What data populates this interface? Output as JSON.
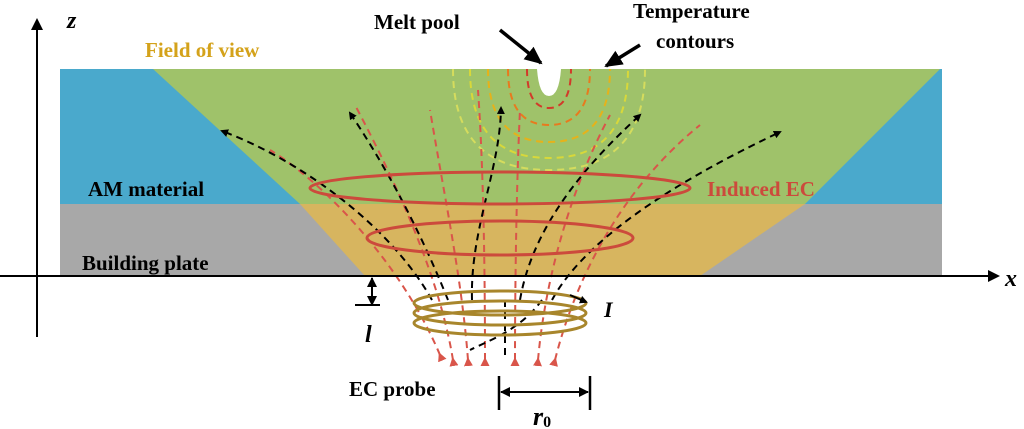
{
  "labels": {
    "z_axis": "z",
    "x_axis": "x",
    "field_of_view": "Field of view",
    "melt_pool": "Melt pool",
    "temperature_contours_line1": "Temperature",
    "temperature_contours_line2": "contours",
    "am_material": "AM material",
    "induced_ec": "Induced EC",
    "building_plate": "Building plate",
    "current": "I",
    "liftoff": "l",
    "ec_probe": "EC probe",
    "radius_main": "r",
    "radius_sub": "0"
  },
  "colors": {
    "am_material": "#4aa9cc",
    "building_plate": "#a8a8a8",
    "field_of_view": "#9fc26a",
    "field_of_view_label": "#d4a21a",
    "induced_ec": "#cc4a3c",
    "coil": "#a8862c",
    "temperature_contours": [
      "#d23a2a",
      "#e87a1e",
      "#e6b21a",
      "#d8d83a"
    ]
  }
}
